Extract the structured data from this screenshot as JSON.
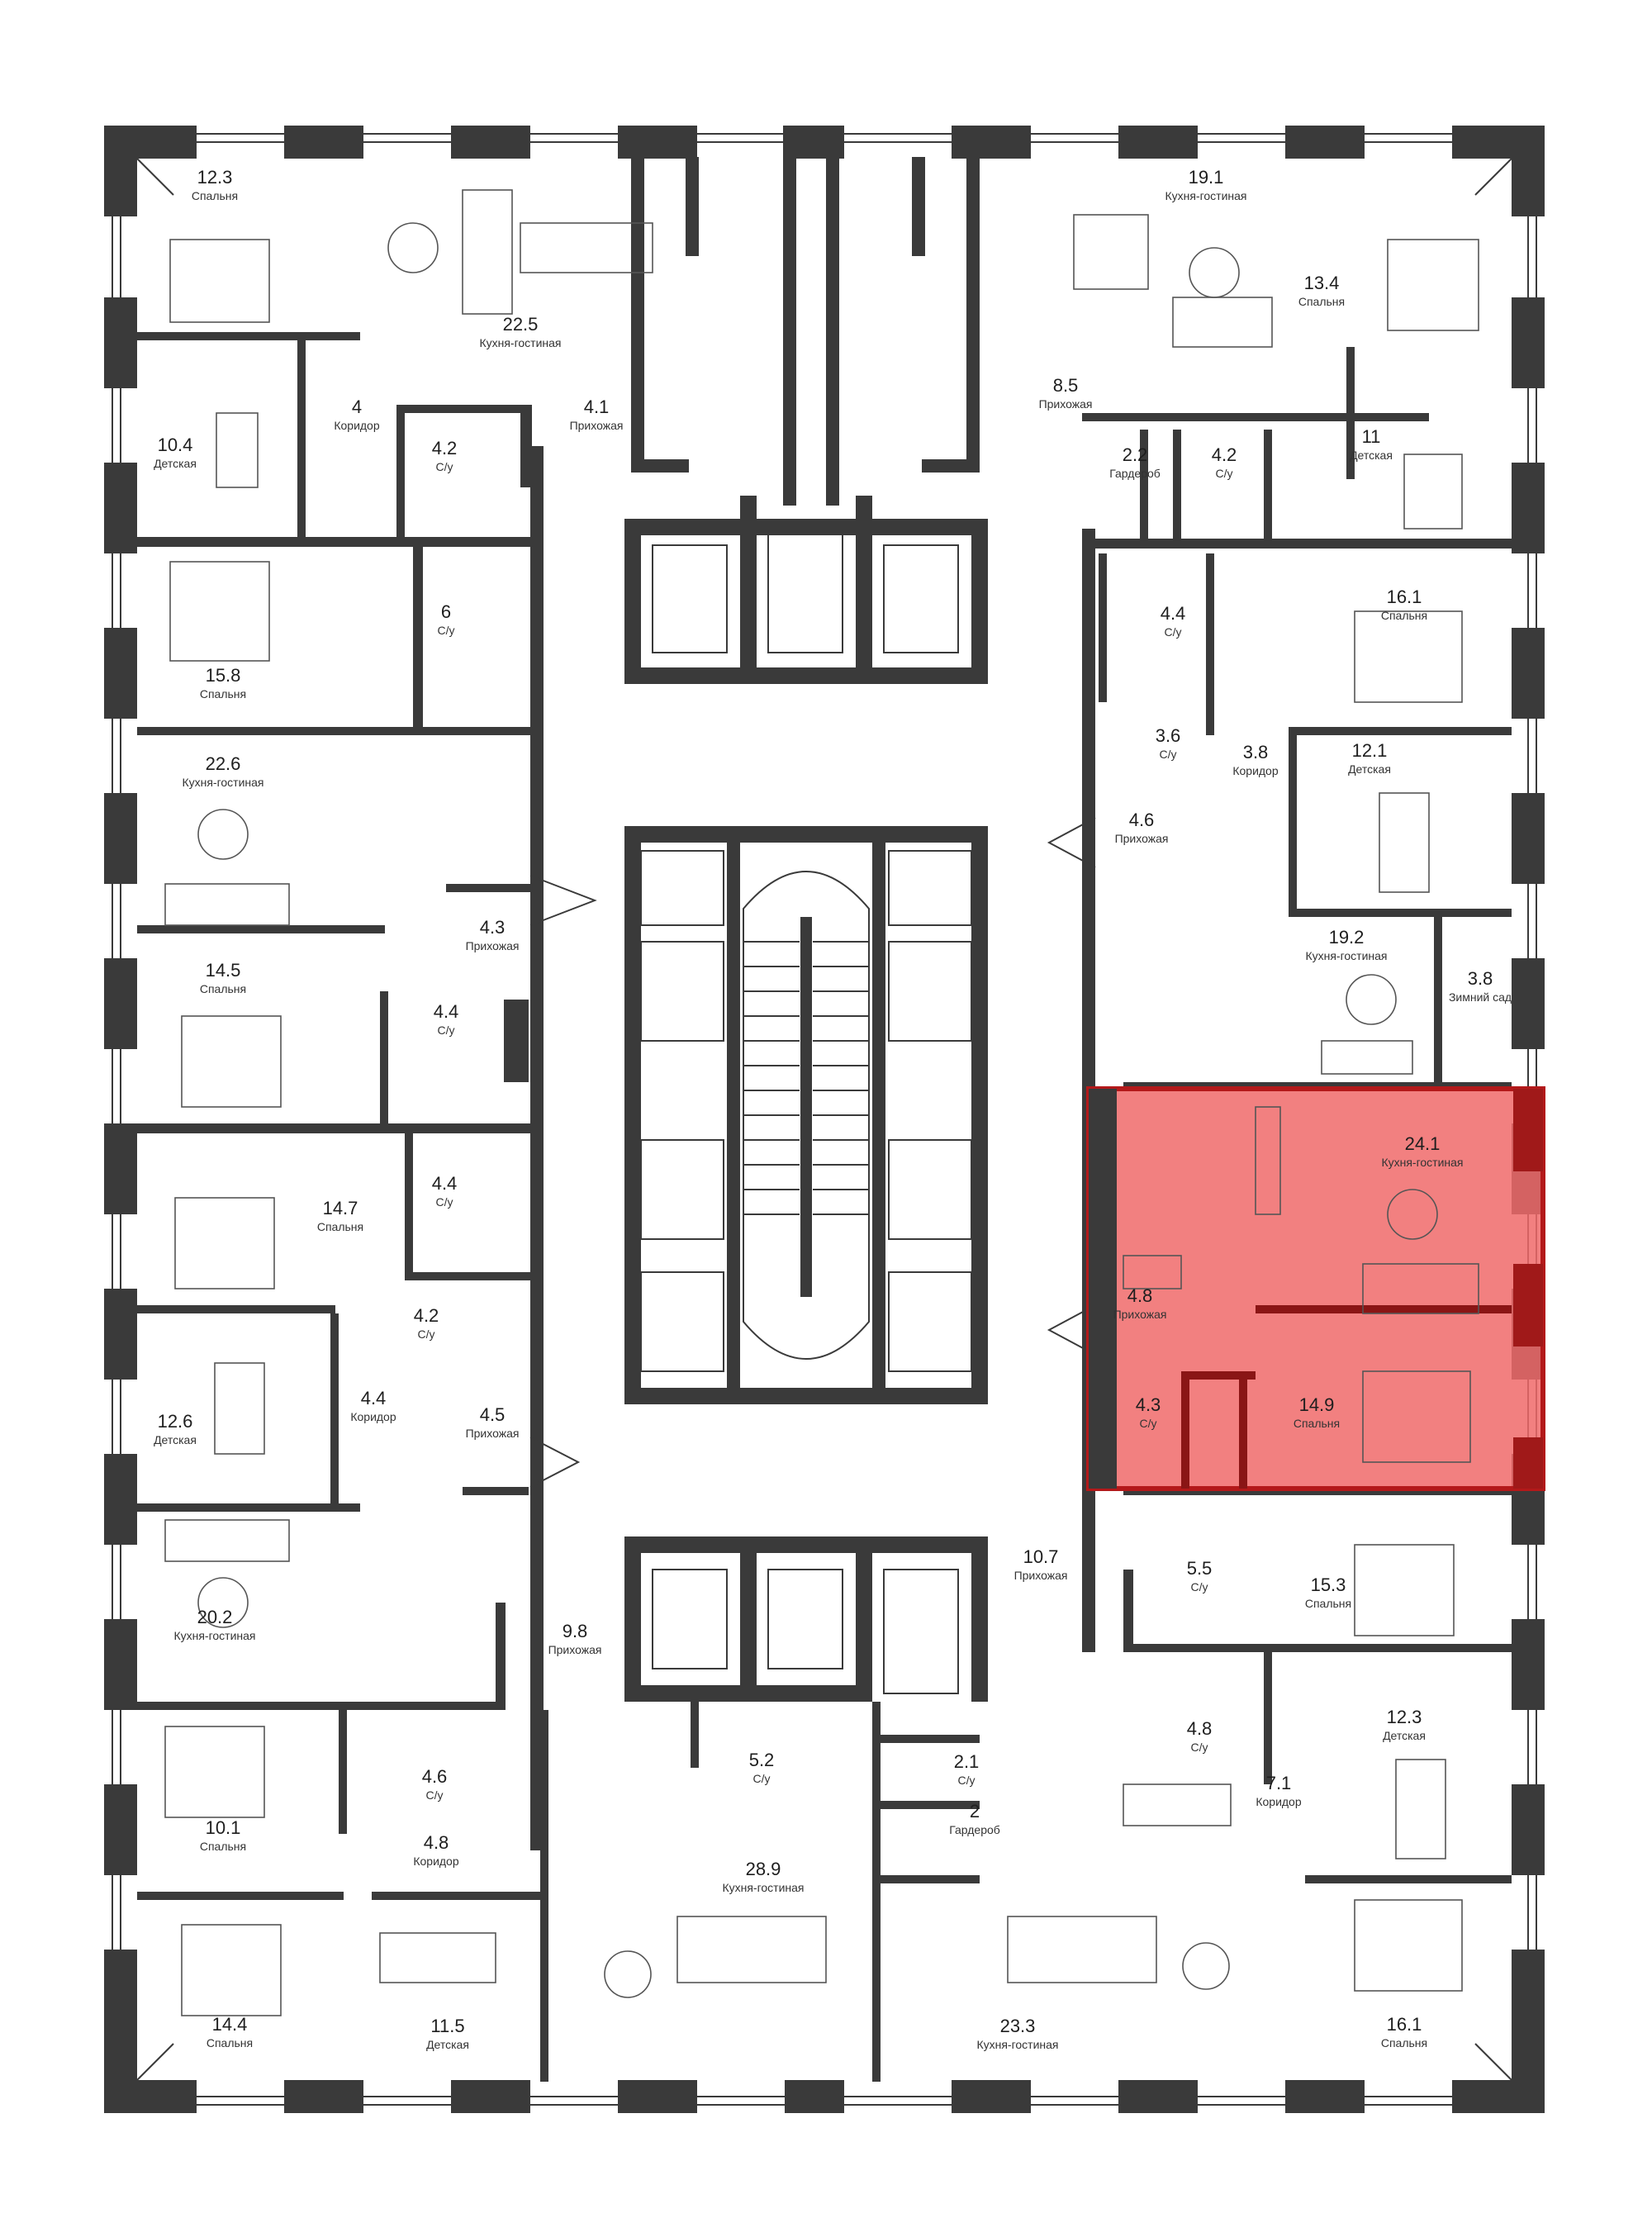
{
  "colors": {
    "wall": "#3a3a3a",
    "highlight_fill": "#f06a6a",
    "highlight_border": "#b3191a",
    "background": "#ffffff"
  },
  "highlighted_apartment": {
    "rooms": [
      "r_24_1",
      "r_4_8c",
      "r_4_3c",
      "r_14_9"
    ]
  },
  "rooms": [
    {
      "id": "r_12_3a",
      "area": "12.3",
      "name": "Спальня"
    },
    {
      "id": "r_22_5",
      "area": "22.5",
      "name": "Кухня-гостиная"
    },
    {
      "id": "r_4k",
      "area": "4",
      "name": "Коридор"
    },
    {
      "id": "r_10_4",
      "area": "10.4",
      "name": "Детская"
    },
    {
      "id": "r_4_2a",
      "area": "4.2",
      "name": "С/у"
    },
    {
      "id": "r_4_1",
      "area": "4.1",
      "name": "Прихожая"
    },
    {
      "id": "r_6",
      "area": "6",
      "name": "С/у"
    },
    {
      "id": "r_15_8",
      "area": "15.8",
      "name": "Спальня"
    },
    {
      "id": "r_22_6",
      "area": "22.6",
      "name": "Кухня-гостиная"
    },
    {
      "id": "r_4_3a",
      "area": "4.3",
      "name": "Прихожая"
    },
    {
      "id": "r_14_5",
      "area": "14.5",
      "name": "Спальня"
    },
    {
      "id": "r_4_4a",
      "area": "4.4",
      "name": "С/у"
    },
    {
      "id": "r_14_7",
      "area": "14.7",
      "name": "Спальня"
    },
    {
      "id": "r_4_4b",
      "area": "4.4",
      "name": "С/у"
    },
    {
      "id": "r_4_2b",
      "area": "4.2",
      "name": "С/у"
    },
    {
      "id": "r_12_6",
      "area": "12.6",
      "name": "Детская"
    },
    {
      "id": "r_4_4k",
      "area": "4.4",
      "name": "Коридор"
    },
    {
      "id": "r_4_5",
      "area": "4.5",
      "name": "Прихожая"
    },
    {
      "id": "r_20_2",
      "area": "20.2",
      "name": "Кухня-гостиная"
    },
    {
      "id": "r_9_8",
      "area": "9.8",
      "name": "Прихожая"
    },
    {
      "id": "r_4_6a",
      "area": "4.6",
      "name": "С/у"
    },
    {
      "id": "r_10_1",
      "area": "10.1",
      "name": "Спальня"
    },
    {
      "id": "r_4_8k",
      "area": "4.8",
      "name": "Коридор"
    },
    {
      "id": "r_14_4",
      "area": "14.4",
      "name": "Спальня"
    },
    {
      "id": "r_11_5",
      "area": "11.5",
      "name": "Детская"
    },
    {
      "id": "r_5_2",
      "area": "5.2",
      "name": "С/у"
    },
    {
      "id": "r_28_9",
      "area": "28.9",
      "name": "Кухня-гостиная"
    },
    {
      "id": "r_2_1",
      "area": "2.1",
      "name": "С/у"
    },
    {
      "id": "r_2g",
      "area": "2",
      "name": "Гардероб"
    },
    {
      "id": "r_23_3",
      "area": "23.3",
      "name": "Кухня-гостиная"
    },
    {
      "id": "r_19_1",
      "area": "19.1",
      "name": "Кухня-гостиная"
    },
    {
      "id": "r_13_4",
      "area": "13.4",
      "name": "Спальня"
    },
    {
      "id": "r_8_5",
      "area": "8.5",
      "name": "Прихожая"
    },
    {
      "id": "r_2_2",
      "area": "2.2",
      "name": "Гардероб"
    },
    {
      "id": "r_4_2c",
      "area": "4.2",
      "name": "С/у"
    },
    {
      "id": "r_11",
      "area": "11",
      "name": "Детская"
    },
    {
      "id": "r_4_4c",
      "area": "4.4",
      "name": "С/у"
    },
    {
      "id": "r_16_1a",
      "area": "16.1",
      "name": "Спальня"
    },
    {
      "id": "r_3_6",
      "area": "3.6",
      "name": "С/у"
    },
    {
      "id": "r_3_8k",
      "area": "3.8",
      "name": "Коридор"
    },
    {
      "id": "r_12_1",
      "area": "12.1",
      "name": "Детская"
    },
    {
      "id": "r_4_6b",
      "area": "4.6",
      "name": "Прихожая"
    },
    {
      "id": "r_19_2",
      "area": "19.2",
      "name": "Кухня-гостиная"
    },
    {
      "id": "r_3_8s",
      "area": "3.8",
      "name": "Зимний сад"
    },
    {
      "id": "r_24_1",
      "area": "24.1",
      "name": "Кухня-гостиная"
    },
    {
      "id": "r_4_8c",
      "area": "4.8",
      "name": "Прихожая"
    },
    {
      "id": "r_4_3c",
      "area": "4.3",
      "name": "С/у"
    },
    {
      "id": "r_14_9",
      "area": "14.9",
      "name": "Спальня"
    },
    {
      "id": "r_5_5",
      "area": "5.5",
      "name": "С/у"
    },
    {
      "id": "r_10_7",
      "area": "10.7",
      "name": "Прихожая"
    },
    {
      "id": "r_15_3",
      "area": "15.3",
      "name": "Спальня"
    },
    {
      "id": "r_4_8s",
      "area": "4.8",
      "name": "С/у"
    },
    {
      "id": "r_12_3b",
      "area": "12.3",
      "name": "Детская"
    },
    {
      "id": "r_7_1",
      "area": "7.1",
      "name": "Коридор"
    },
    {
      "id": "r_16_1b",
      "area": "16.1",
      "name": "Спальня"
    }
  ]
}
